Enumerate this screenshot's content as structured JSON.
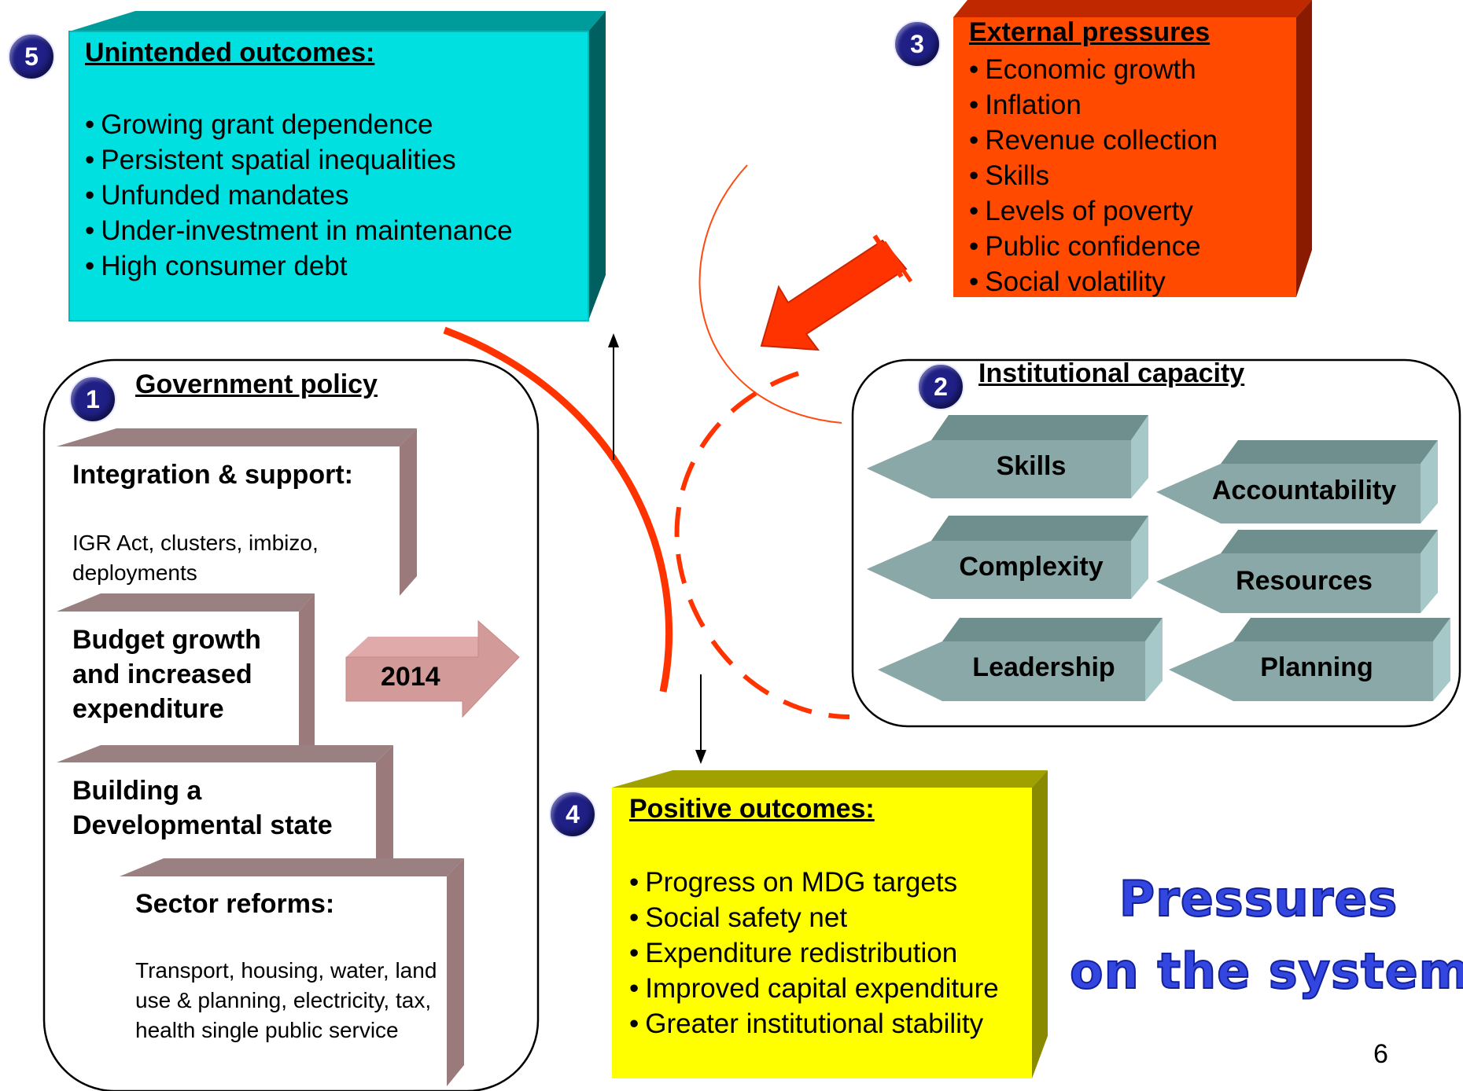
{
  "unintended": {
    "badge": "5",
    "title": "Unintended outcomes:",
    "items": [
      "Growing grant dependence",
      "Persistent spatial inequalities",
      "Unfunded mandates",
      "Under-investment in maintenance",
      "High consumer debt"
    ],
    "color": "#00e0e0"
  },
  "external": {
    "badge": "3",
    "title": "External pressures",
    "items": [
      "Economic growth",
      "Inflation",
      "Revenue collection",
      "Skills",
      "Levels of poverty",
      "Public confidence",
      "Social volatility"
    ],
    "color": "#ff4a00"
  },
  "government": {
    "badge": "1",
    "title": "Government policy",
    "integration_title": "Integration & support:",
    "integration_text": "IGR Act, clusters, imbizo, deployments",
    "budget": "Budget growth and increased expenditure",
    "year": "2014",
    "developmental": "Building a Developmental state",
    "sector_title": "Sector reforms:",
    "sector_text": "Transport, housing, water, land use & planning, electricity, tax, health single public service"
  },
  "institutional": {
    "badge": "2",
    "title": "Institutional capacity",
    "items": [
      "Skills",
      "Accountability",
      "Complexity",
      "Resources",
      "Leadership",
      "Planning"
    ]
  },
  "positive": {
    "badge": "4",
    "title": "Positive outcomes:",
    "items": [
      "Progress on MDG targets",
      "Social safety net",
      "Expenditure redistribution",
      "Improved capital expenditure",
      "Greater institutional stability"
    ],
    "color": "#ffff00"
  },
  "heading": {
    "line1": "Pressures",
    "line2": "on the system"
  },
  "page_number": "6"
}
